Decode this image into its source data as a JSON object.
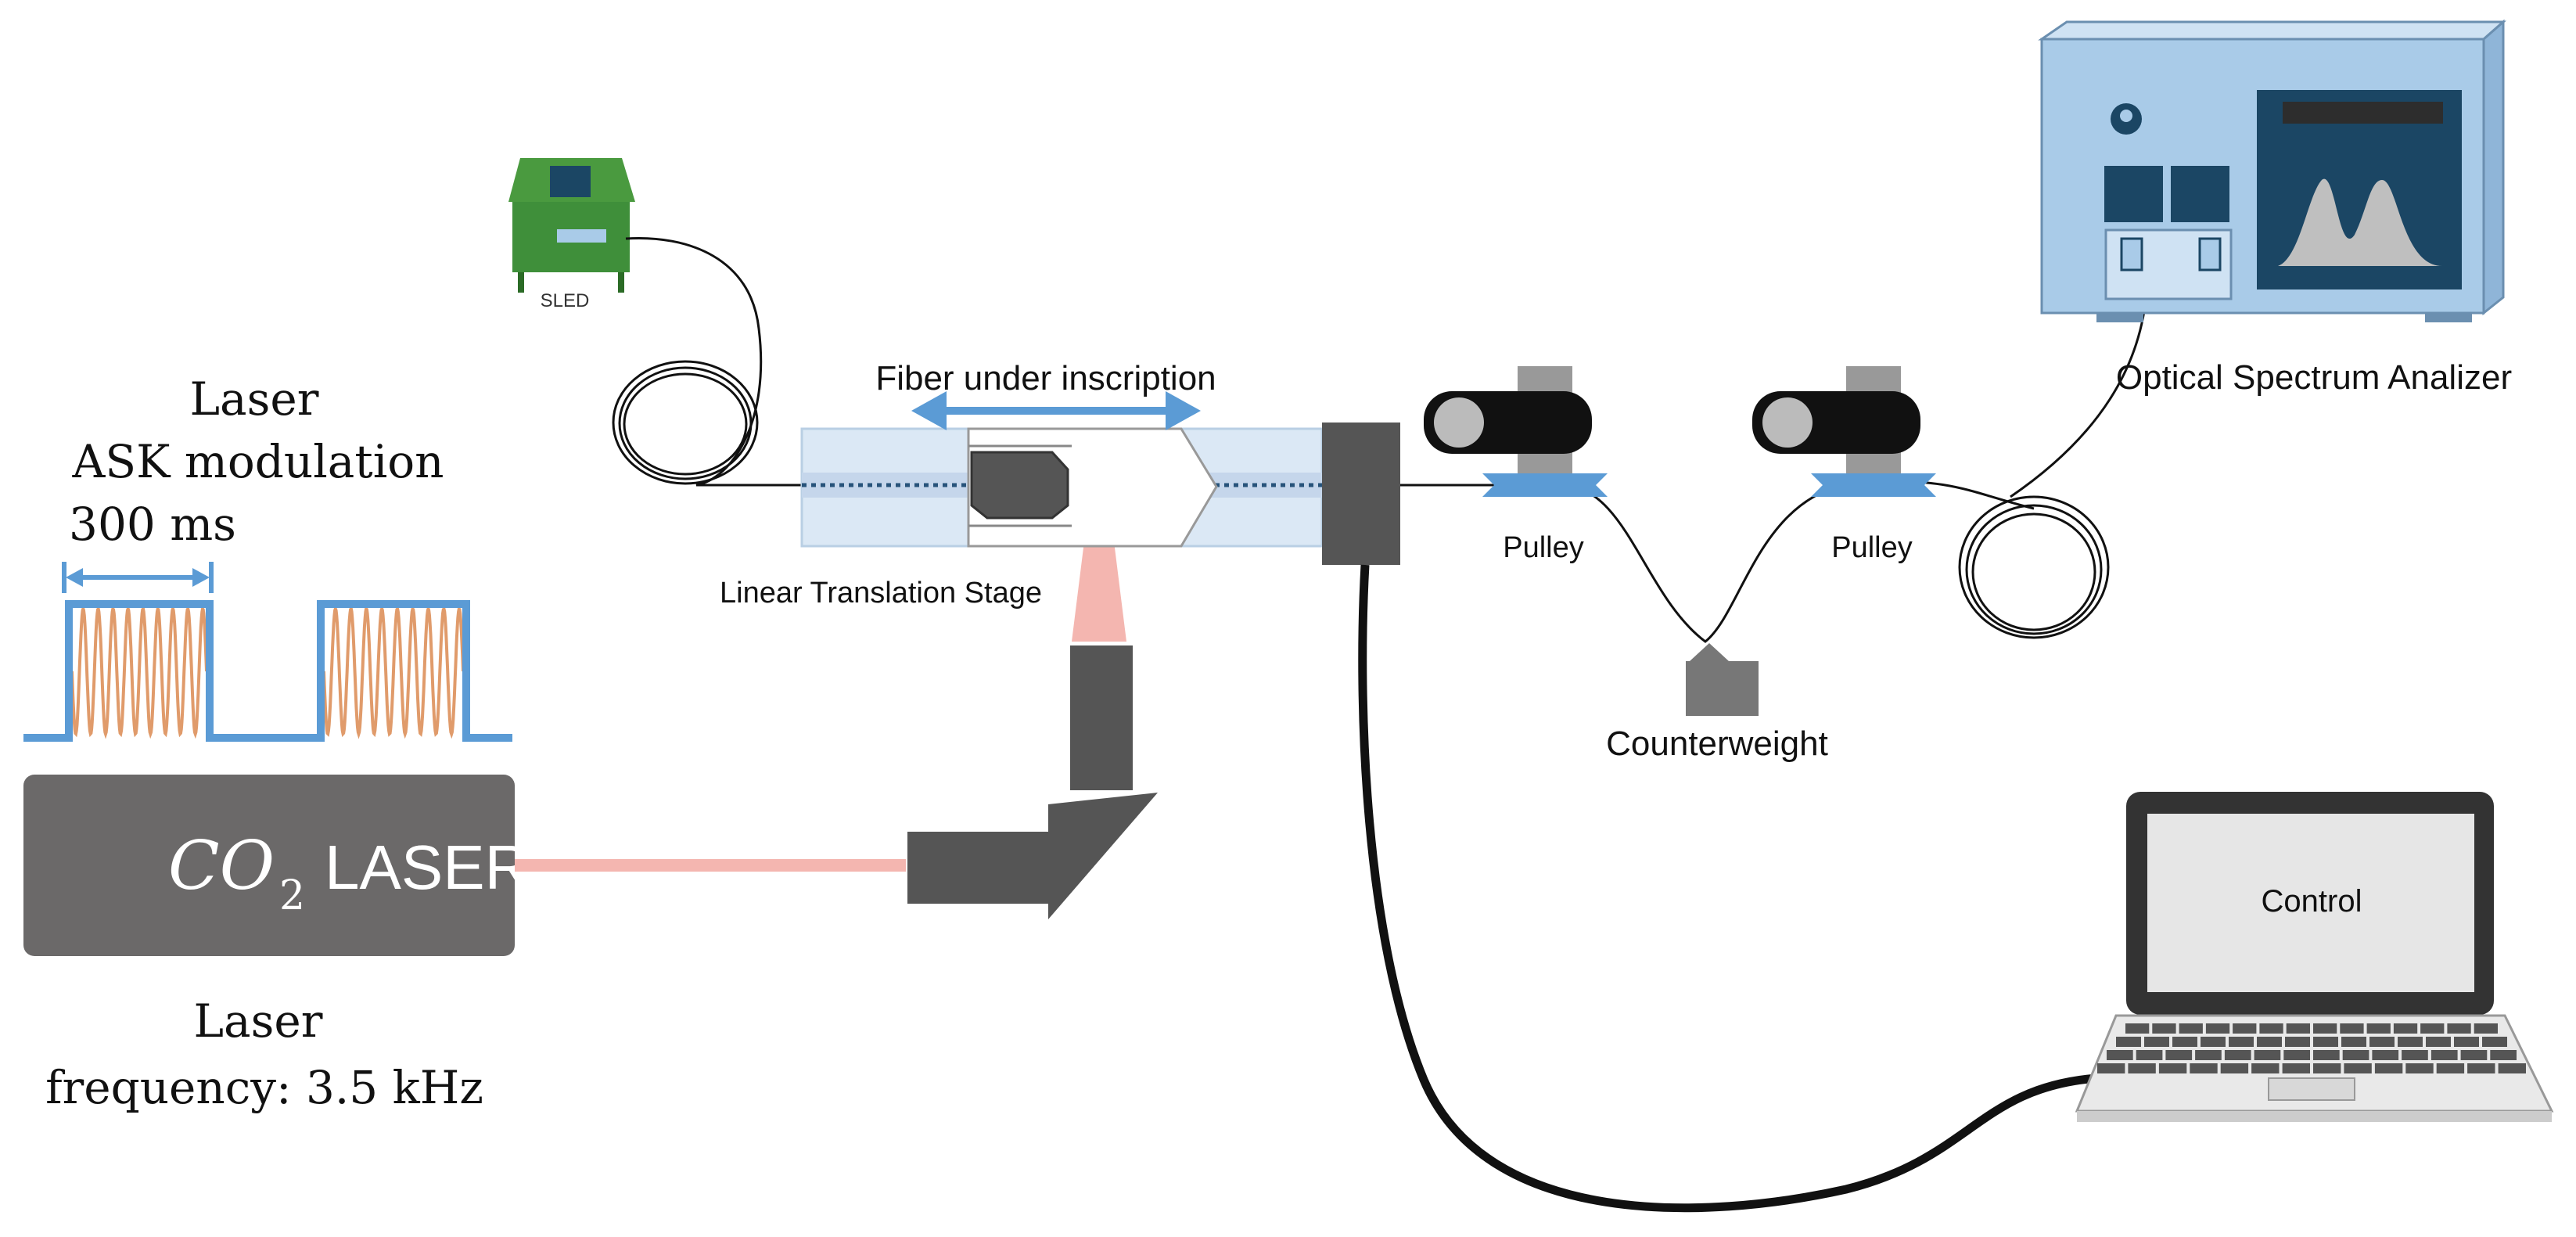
{
  "modulation": {
    "title_line1": "Laser",
    "title_line2": "ASK modulation",
    "period": "300 ms"
  },
  "laser": {
    "name_main": "CO",
    "name_sub": "2",
    "name_rest": "LASER",
    "freq_line1": "Laser",
    "freq_line2": "frequency: 3.5 kHz"
  },
  "sled": {
    "label": "SLED"
  },
  "stage": {
    "fiber_label": "Fiber under inscription",
    "stage_label": "Linear Translation Stage"
  },
  "pulleys": {
    "left_label": "Pulley",
    "right_label": "Pulley"
  },
  "counterweight": {
    "label": "Counterweight"
  },
  "osa": {
    "label": "Optical Spectrum Analizer"
  },
  "laptop": {
    "screen_label": "Control"
  },
  "colors": {
    "laser_body": "#6b6969",
    "beam": "#f4b6b0",
    "pulse": "#5b9bd5",
    "sine": "#e09b6b",
    "stage": "#dbe8f5",
    "osa_body": "#a9cbe8",
    "osa_screen": "#1b4664",
    "sled_board": "#3f8f3a",
    "dark_block": "#555555"
  }
}
